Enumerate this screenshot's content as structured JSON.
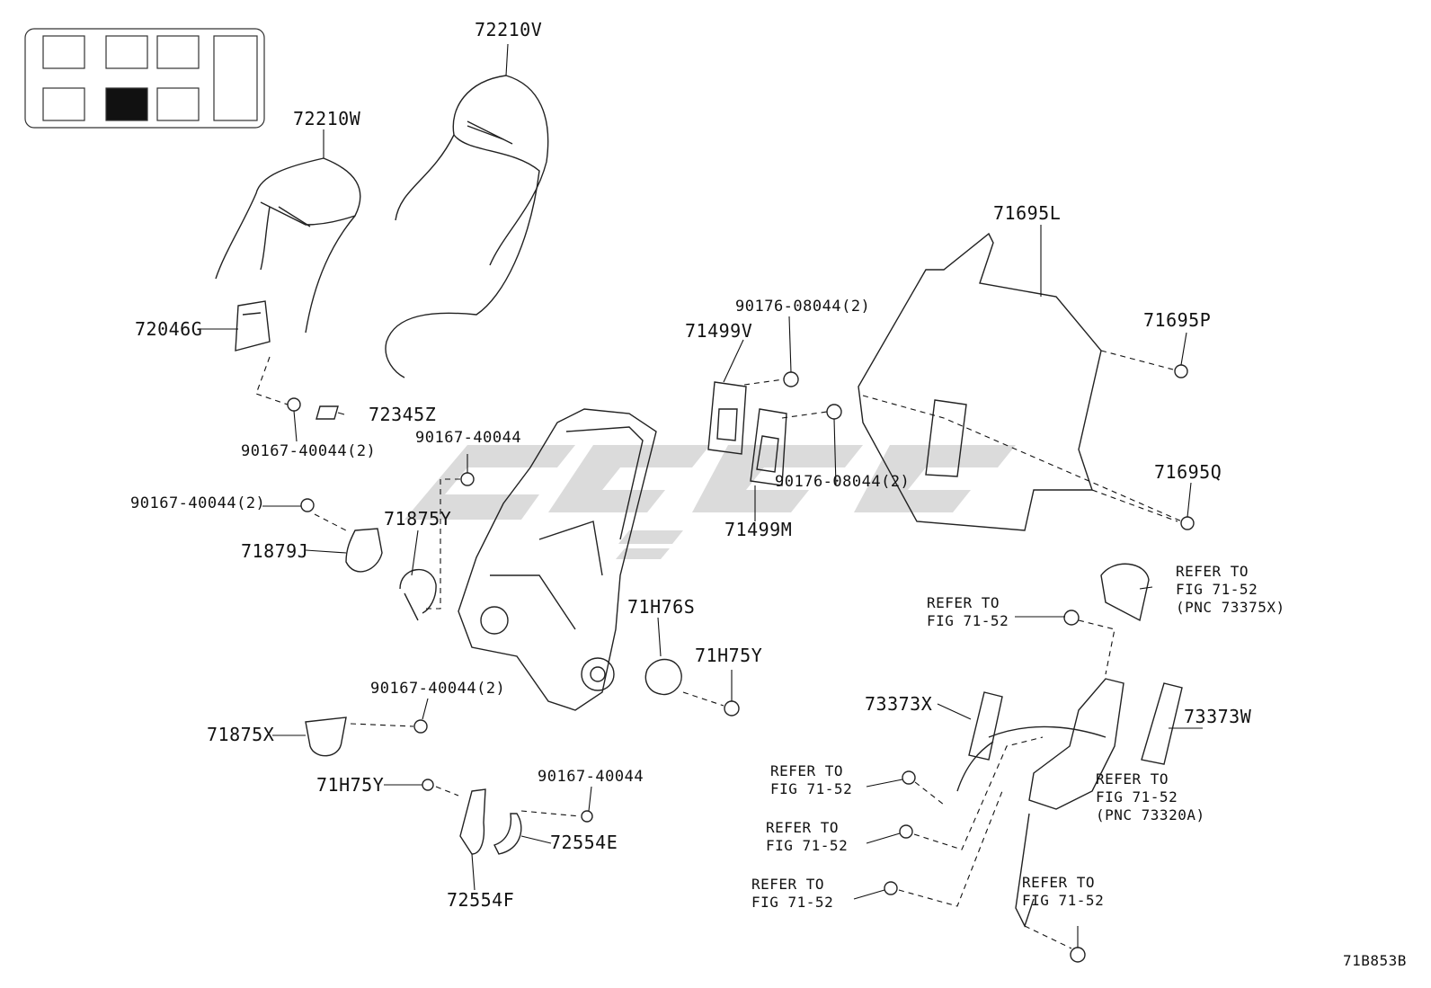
{
  "diagram_code": "71B853B",
  "watermark": "",
  "labels": {
    "p72210V": "72210V",
    "p72210W": "72210W",
    "p72046G": "72046G",
    "p72345Z": "72345Z",
    "p90167_a": "90167-40044(2)",
    "p90167_b": "90167-40044",
    "p90167_c": "90167-40044(2)",
    "p71879J": "71879J",
    "p71875Y": "71875Y",
    "p90176_a": "90176-08044(2)",
    "p90176_b": "90176-08044(2)",
    "p71499V": "71499V",
    "p71499M": "71499M",
    "p71695L": "71695L",
    "p71695P": "71695P",
    "p71695Q": "71695Q",
    "p71H76S": "71H76S",
    "p71H75Y_a": "71H75Y",
    "p90167_d": "90167-40044(2)",
    "p71875X": "71875X",
    "p71H75Y_b": "71H75Y",
    "p90167_e": "90167-40044",
    "p72554E": "72554E",
    "p72554F": "72554F",
    "p73373X": "73373X",
    "p73373W": "73373W"
  },
  "refs": {
    "r1": "REFER TO\nFIG 71-52\n(PNC 73375X)",
    "r2": "REFER TO\nFIG 71-52",
    "r3": "REFER TO\nFIG 71-52",
    "r4": "REFER TO\nFIG 71-52",
    "r5": "REFER TO\nFIG 71-52",
    "r6": "REFER TO\nFIG 71-52\n(PNC 73320A)",
    "r7": "REFER TO\nFIG 71-52"
  }
}
